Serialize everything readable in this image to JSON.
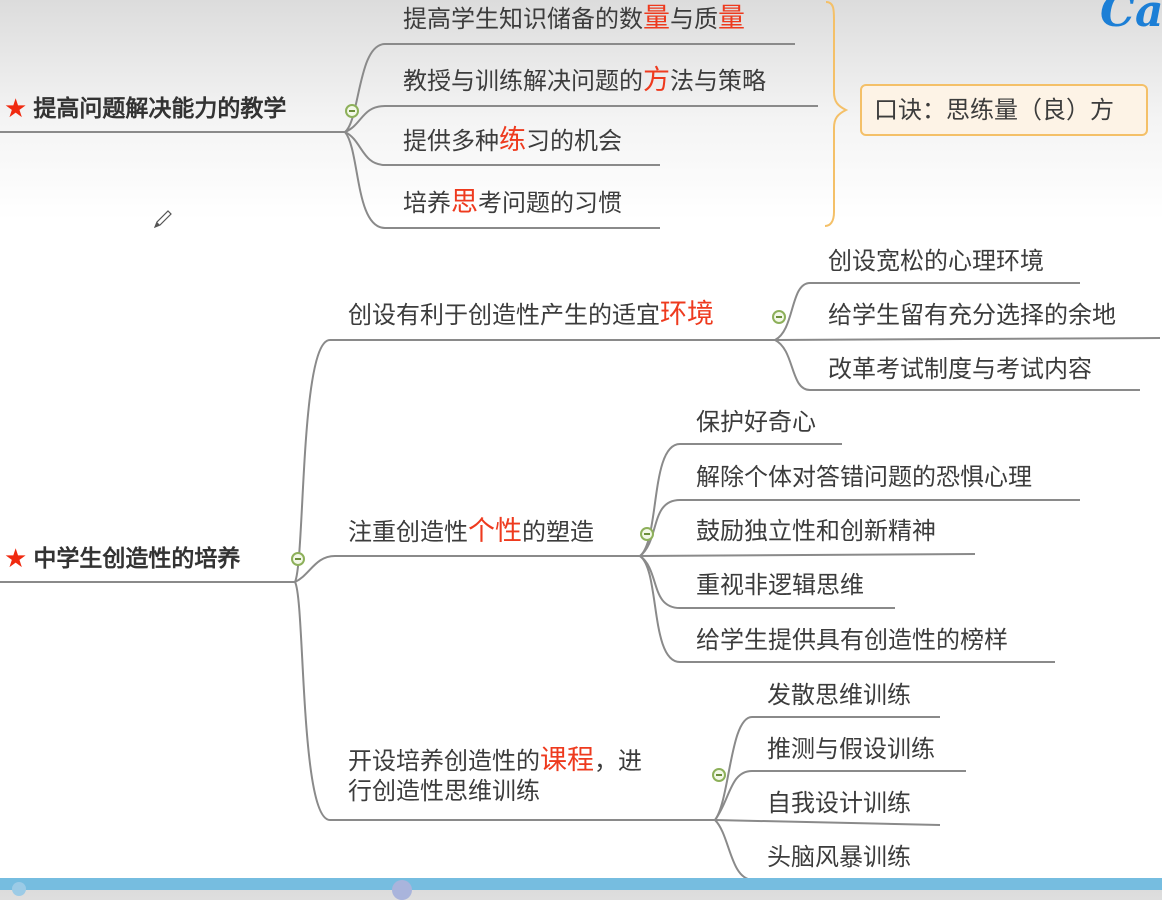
{
  "mindmap": {
    "branch1": {
      "title": "提高问题解决能力的教学",
      "icon": "star-icon",
      "children": [
        {
          "pre": "提高学生知识储备的数",
          "hl": "量",
          "mid": "与质",
          "hl2": "量",
          "post": ""
        },
        {
          "pre": "教授与训练解决问题的",
          "hl": "方",
          "mid": "法与策略",
          "hl2": "",
          "post": ""
        },
        {
          "pre": "提供多种",
          "hl": "练",
          "mid": "习的机会",
          "hl2": "",
          "post": ""
        },
        {
          "pre": "培养",
          "hl": "思",
          "mid": "考问题的习惯",
          "hl2": "",
          "post": ""
        }
      ],
      "summary_note": "口诀：思练量（良）方"
    },
    "branch2": {
      "title": "中学生创造性的培养",
      "icon": "star-icon",
      "children": [
        {
          "pre": "创设有利于创造性产生的适宜",
          "hl": "环境",
          "post": "",
          "children": [
            "创设宽松的心理环境",
            "给学生留有充分选择的余地",
            "改革考试制度与考试内容"
          ]
        },
        {
          "pre": "注重创造性",
          "hl": "个性",
          "post": "的塑造",
          "children": [
            "保护好奇心",
            "解除个体对答错问题的恐惧心理",
            "鼓励独立性和创新精神",
            "重视非逻辑思维",
            "给学生提供具有创造性的榜样"
          ]
        },
        {
          "pre": "开设培养创造性的",
          "hl": "课程",
          "post": "，进",
          "line2": "行创造性思维训练",
          "children": [
            "发散思维训练",
            "推测与假设训练",
            "自我设计训练",
            "头脑风暴训练"
          ]
        }
      ]
    }
  },
  "colors": {
    "highlight": "#ee3a1e",
    "star": "#f02a10",
    "line": "#8a8a8a",
    "collapse": "#8db05a",
    "note_border": "#f4c068",
    "bottom_bar": "#76bde0"
  },
  "logo_text": "Ca"
}
